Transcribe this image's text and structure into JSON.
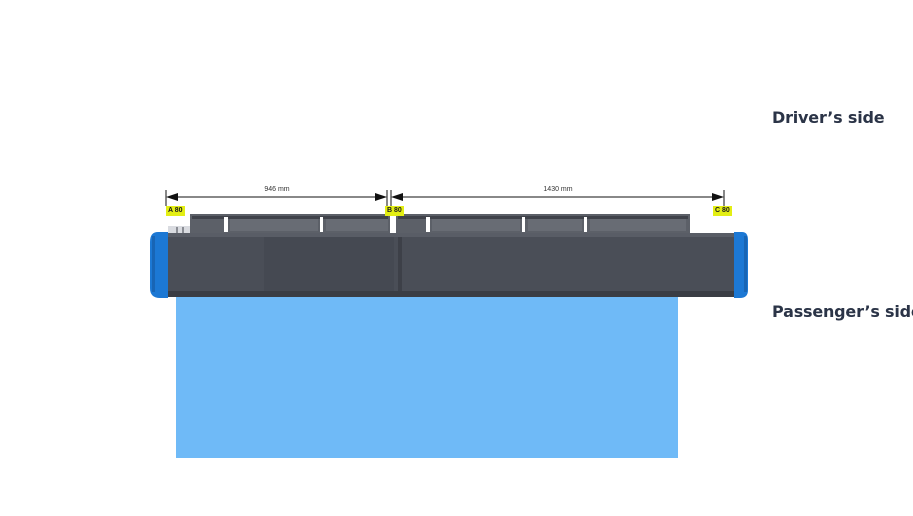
{
  "labels": {
    "driver_side": "Driver’s side",
    "passenger_side": "Passenger’s side"
  },
  "dimensions": {
    "a_to_b": "946 mm",
    "b_to_c": "1430 mm"
  },
  "markers": {
    "a": "A 80",
    "b": "B 80",
    "c": "C 80"
  },
  "colors": {
    "rack_body": "#4a4e57",
    "rack_top": "#5c6068",
    "end_caps": "#1c78d4",
    "vehicle_area": "#6fbaf7",
    "marker_tag": "#e3ee13",
    "label_text": "#2b3447"
  }
}
